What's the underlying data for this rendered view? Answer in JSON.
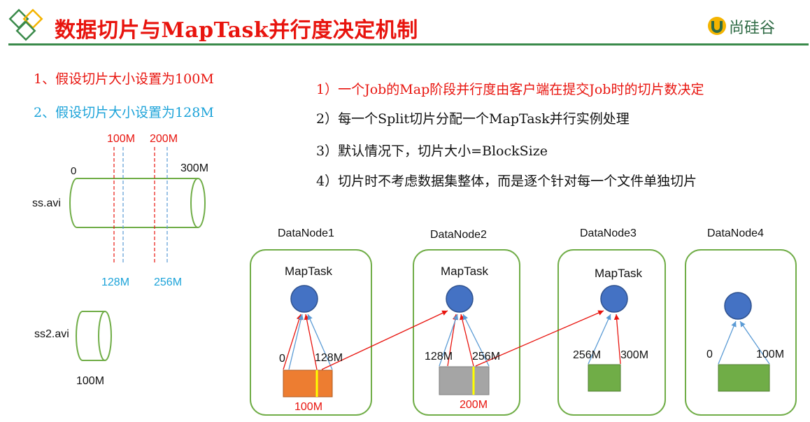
{
  "header": {
    "title": "数据切片与MapTask并行度决定机制",
    "brand": "尚硅谷"
  },
  "settings": [
    "1、假设切片大小设置为100M",
    "2、假设切片大小设置为128M"
  ],
  "points": [
    "1）一个Job的Map阶段并行度由客户端在提交Job时的切片数决定",
    "2）每一个Split切片分配一个MapTask并行实例处理",
    "3）默认情况下，切片大小=BlockSize",
    "4）切片时不考虑数据集整体，而是逐个针对每一个文件单独切片"
  ],
  "file1": {
    "name": "ss.avi",
    "start": "0",
    "end": "300M",
    "red_marks": [
      "100M",
      "200M"
    ],
    "blue_marks": [
      "128M",
      "256M"
    ]
  },
  "file2": {
    "name": "ss2.avi",
    "size": "100M"
  },
  "datanodes": [
    {
      "name": "DataNode1",
      "task": "MapTask",
      "left": "0",
      "right": "128M",
      "mark": "100M",
      "block_color": "#ed7d31"
    },
    {
      "name": "DataNode2",
      "task": "MapTask",
      "left": "128M",
      "right": "256M",
      "mark": "200M",
      "block_color": "#a5a5a5"
    },
    {
      "name": "DataNode3",
      "task": "MapTask",
      "left": "256M",
      "right": "300M",
      "block_color": "#70ad47"
    },
    {
      "name": "DataNode4",
      "task": "",
      "left": "0",
      "right": "100M",
      "block_color": "#70ad47"
    }
  ],
  "colors": {
    "title": "#e8140e",
    "accent_green": "#3a8a4a",
    "node_circle": "#4472c4",
    "split_red": "#e8140e",
    "split_blue": "#1ca3d9"
  }
}
